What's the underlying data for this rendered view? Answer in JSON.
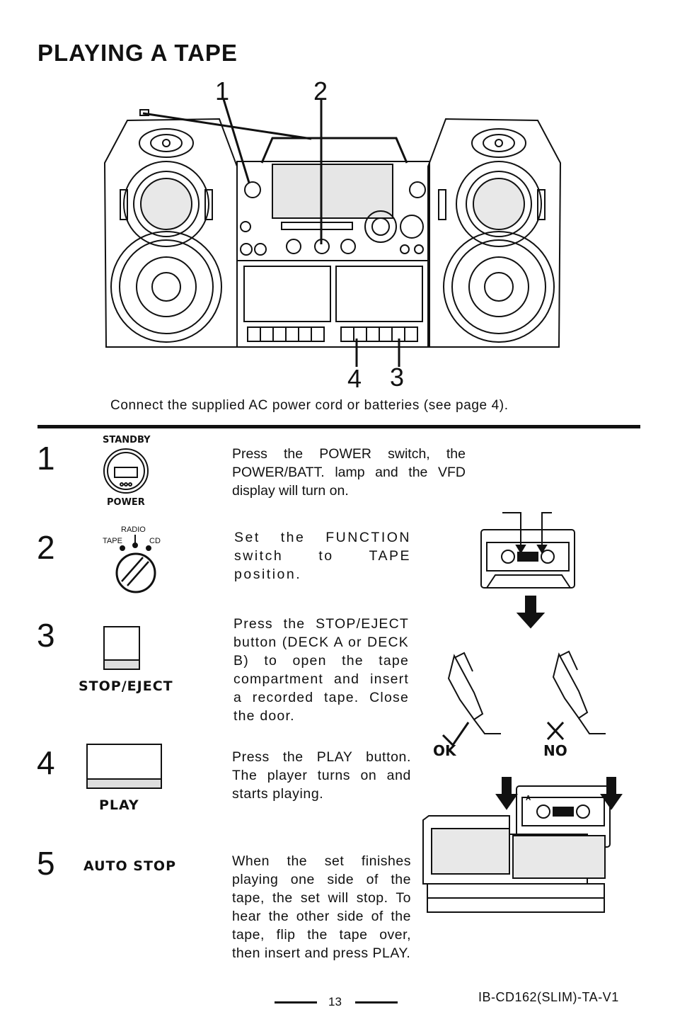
{
  "page": {
    "title": "PLAYING A TAPE",
    "callouts": [
      "1",
      "2",
      "4",
      "3"
    ],
    "caption": "Connect the supplied AC power cord or batteries (see page 4).",
    "page_number": "13",
    "doc_code": "IB-CD162(SLIM)-TA-V1"
  },
  "steps": [
    {
      "num": "1",
      "text": "Press the POWER switch,  the POWER/BATT. lamp and the VFD display will turn on.",
      "labels": {
        "top": "STANDBY",
        "bottom": "POWER"
      }
    },
    {
      "num": "2",
      "text": "Set the FUNCTION switch to TAPE position.",
      "labels": {
        "left": "TAPE",
        "middle": "RADIO",
        "right": "CD"
      }
    },
    {
      "num": "3",
      "text": "Press the STOP/EJECT button (DECK A or DECK B) to open the tape compartment and insert a recorded tape. Close the door.",
      "labels": {
        "button": "STOP/EJECT"
      }
    },
    {
      "num": "4",
      "text": "Press the PLAY button. The player turns on and starts playing.",
      "labels": {
        "button": "PLAY"
      }
    },
    {
      "num": "5",
      "text": "When the set finishes playing one side of the tape, the set will stop.  To hear the other side of the tape, flip the tape over, then insert and press PLAY.",
      "labels": {
        "button": "AUTO STOP"
      }
    }
  ],
  "insert_figure": {
    "ok": "OK",
    "no": "NO",
    "deck_label": "A"
  }
}
